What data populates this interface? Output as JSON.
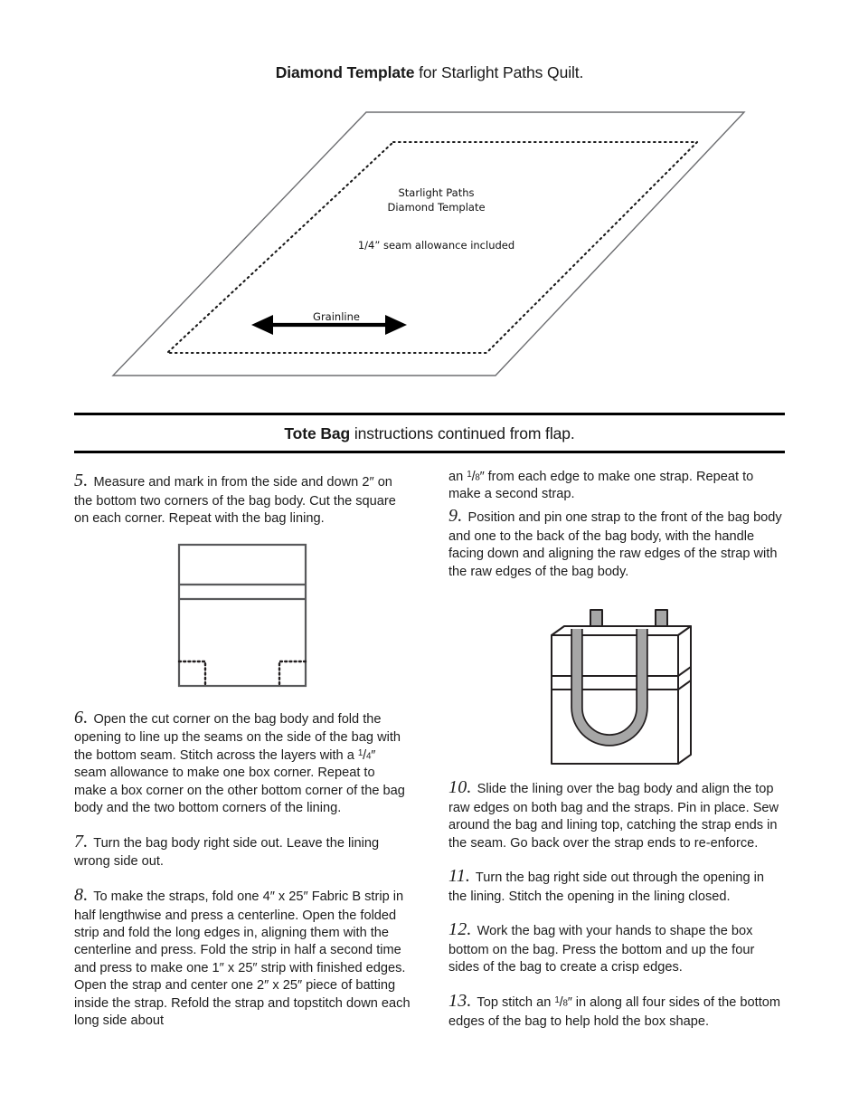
{
  "template_section": {
    "title_bold": "Diamond Template",
    "title_rest": " for Starlight Paths Quilt.",
    "labels": {
      "name_line1": "Starlight Paths",
      "name_line2": "Diamond Template",
      "seam_allowance": "1/4” seam allowance included",
      "grainline": "Grainline"
    },
    "icons": {
      "grainline_arrow": "double-arrow-icon"
    }
  },
  "tote_section": {
    "title_bold": "Tote Bag",
    "title_rest": " instructions continued from flap."
  },
  "left_column": {
    "step5": {
      "number": "5.",
      "text": " Measure and mark in from the side and down 2″ on the bottom two corners of the bag body. Cut the square on each corner. Repeat with the bag lining."
    },
    "step6": {
      "number": "6.",
      "text_a": " Open the cut corner on the bag body and fold the opening to line up the seams on the side of the bag with the bottom seam. Stitch across the layers with a ",
      "frac_num": "1",
      "frac_den": "4",
      "frac_mark": "″",
      "text_b": " seam allowance to make one box corner. Repeat to make a box corner on the other bottom corner of the bag body and the two bottom corners of the lining."
    },
    "step7": {
      "number": "7.",
      "text": " Turn the bag body right side out. Leave the lining wrong side out."
    },
    "step8": {
      "number": "8.",
      "text": " To make the straps, fold one 4″ x 25″ Fabric B strip in half lengthwise and press a centerline. Open the folded strip and fold the long edges in, aligning them with the centerline and press. Fold the strip in half a second time and press to make one 1″ x 25″ strip with finished edges. Open the strap and center one 2″ x 25″ piece of batting inside the strap. Refold the strap and topstitch down each long side about"
    },
    "figure": {
      "name": "bag-body-diagram"
    }
  },
  "right_column": {
    "step8_cont": {
      "text_a": "an ",
      "frac_num": "1",
      "frac_den": "8",
      "frac_mark": "″",
      "text_b": " from each edge to make one strap. Repeat to make a second strap."
    },
    "step9": {
      "number": "9.",
      "text": " Position and pin one strap to the front of the bag body and one to the back of the bag body, with the handle facing down and aligning the raw edges of the strap with the raw edges of the bag body."
    },
    "step10": {
      "number": "10.",
      "text": " Slide the lining over the bag body and align the top raw edges on both bag and the straps. Pin in place. Sew around the bag and lining top, catching the strap ends in the seam. Go back over the strap ends to re-enforce."
    },
    "step11": {
      "number": "11.",
      "text": " Turn the bag right side out through the opening in the lining. Stitch the opening in the lining closed."
    },
    "step12": {
      "number": "12.",
      "text": " Work the bag with your hands to shape the box bottom on the bag. Press the bottom and up the four sides of the bag to create a crisp edges."
    },
    "step13": {
      "number": "13.",
      "text_a": " Top stitch an ",
      "frac_num": "1",
      "frac_den": "8",
      "frac_mark": "″",
      "text_b": " in along all four sides of the bottom edges of the bag to help hold the box shape."
    },
    "figure": {
      "name": "tote-bag-with-straps-diagram"
    }
  },
  "colors": {
    "strap_gray": "#a6a6a6",
    "line_black": "#231f20",
    "outline_thin": "#58595b"
  }
}
